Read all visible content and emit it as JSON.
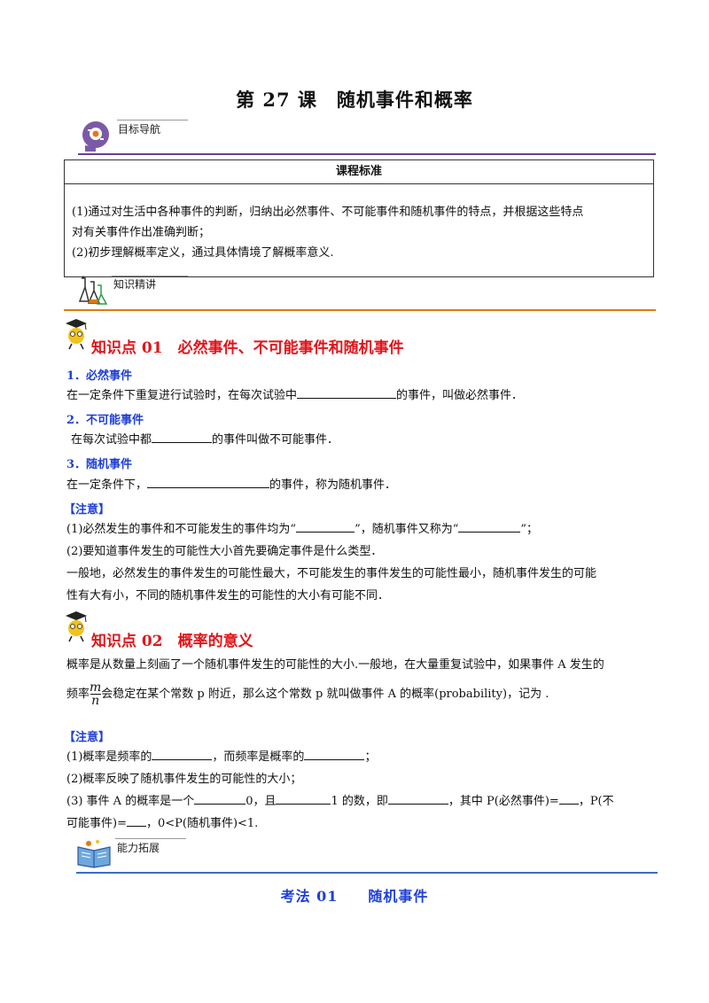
{
  "title": "第 27 课　随机事件和概率",
  "sections": {
    "nav": "目标导航",
    "knowledge": "知识精讲",
    "expand": "能力拓展"
  },
  "standard": {
    "header": "课程标准",
    "line1": "(1)通过对生活中各种事件的判断，归纳出必然事件、不可能事件和随机事件的特点，并根据这些特点",
    "line2": "对有关事件作出准确判断；",
    "line3": "(2)初步理解概率定义，通过具体情境了解概率意义."
  },
  "kp1": {
    "title": "知识点 01　必然事件、不可能事件和随机事件",
    "s1_title": "1．必然事件",
    "s1_a": "在一定条件下重复进行试验时，在每次试验中",
    "s1_b": "的事件，叫做必然事件．",
    "s2_title": "2．不可能事件",
    "s2_a": "在每次试验中都",
    "s2_b": "的事件叫做不可能事件．",
    "s3_title": "3．随机事件",
    "s3_a": "在一定条件下，",
    "s3_b": "的事件，称为随机事件．",
    "note_title": "【注意】",
    "n1_a": "(1)必然发生的事件和不可能发生的事件均为“",
    "n1_b": "”，随机事件又称为“",
    "n1_c": "”；",
    "n2": "(2)要知道事件发生的可能性大小首先要确定事件是什么类型．",
    "n3": "一般地，必然发生的事件发生的可能性最大，不可能发生的事件发生的可能性最小，随机事件发生的可能",
    "n4": "性有大有小，不同的随机事件发生的可能性的大小有可能不同．"
  },
  "kp2": {
    "title": "知识点 02　概率的意义",
    "p1": "概率是从数量上刻画了一个随机事件发生的可能性的大小.一般地，在大量重复试验中，如果事件 A 发生的",
    "p2_a": "频率",
    "frac_num": "m",
    "frac_den": "n",
    "p2_b": "会稳定在某个常数 p 附近，那么这个常数 p 就叫做事件 A 的概率(probability)，记为 .",
    "note_title": "【注意】",
    "n1_a": "(1)概率是频率的",
    "n1_b": "，而频率是概率的",
    "n1_c": "；",
    "n2": "(2)概率反映了随机事件发生的可能性的大小；",
    "n3_a": "(3)  事件 A 的概率是一个",
    "n3_b": "0，且",
    "n3_c": "1 的数，即",
    "n3_d": "，其中 P(必然事件)=",
    "n3_e": "，P(不",
    "n4_a": "可能事件)=",
    "n4_b": "，0<P(随机事件)<1."
  },
  "kaofa": "考法 01　　随机事件",
  "colors": {
    "red": "#e0151b",
    "blue": "#1f3fd6",
    "purple": "#6a3d9a",
    "orange": "#e07a10"
  },
  "icons": [
    "brain-gear-icon",
    "flask-icon",
    "mascot-icon",
    "book-icon"
  ]
}
